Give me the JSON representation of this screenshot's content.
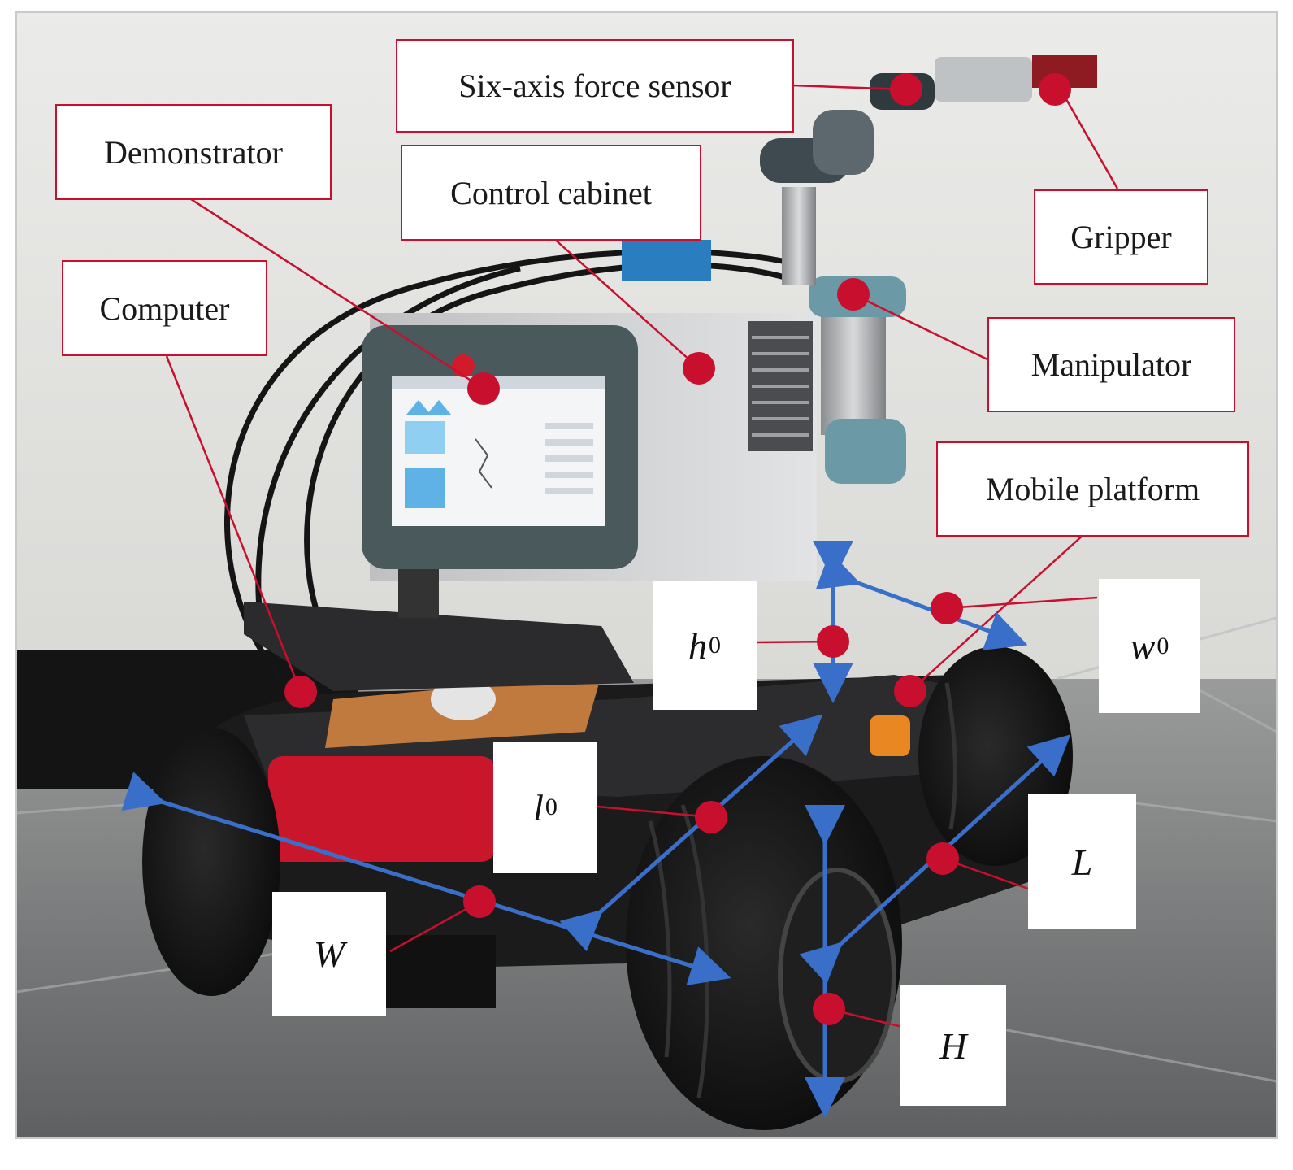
{
  "labels": {
    "six_axis_force_sensor": "Six-axis force sensor",
    "demonstrator": "Demonstrator",
    "control_cabinet": "Control cabinet",
    "computer": "Computer",
    "gripper": "Gripper",
    "manipulator": "Manipulator",
    "mobile_platform": "Mobile platform"
  },
  "symbols": {
    "h0": {
      "base": "h",
      "sub": "0"
    },
    "w0": {
      "base": "w",
      "sub": "0"
    },
    "l0": {
      "base": "l",
      "sub": "0"
    },
    "L": "L",
    "W": "W",
    "H": "H"
  },
  "colors": {
    "marker": "#c8102e",
    "leader_line": "#c8102e",
    "dimension_arrow": "#3a6fc9",
    "background_wall": "#e9e9e7",
    "floor": "#7d7f80"
  }
}
